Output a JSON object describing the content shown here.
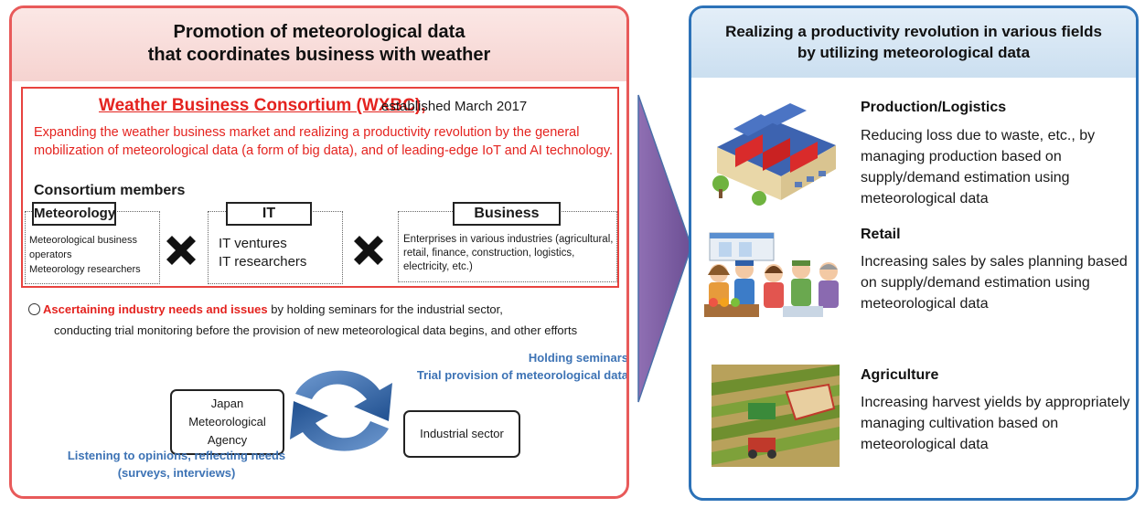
{
  "left": {
    "title": "Promotion of meteorological data\nthat coordinates business with weather",
    "wxbc_name": "Weather Business Consortium (WXBC),",
    "wxbc_established": "established March 2017",
    "wxbc_description": "Expanding the weather business market and realizing a productivity revolution by the general mobilization of meteorological data (a form of big data), and of leading-edge IoT and AI technology.",
    "members_title": "Consortium members",
    "members": {
      "meteorology_label": "Meteorology",
      "meteorology_line1": "Meteorological business operators",
      "meteorology_line2": "Meteorology researchers",
      "it_label": "IT",
      "it_line1": "IT ventures",
      "it_line2": "IT researchers",
      "business_label": "Business",
      "business_text": "Enterprises in various industries (agricultural, retail, finance, construction, logistics, electricity, etc.)"
    },
    "needs_bold": "Ascertaining industry needs and issues",
    "needs_rest": " by holding seminars for the industrial sector,",
    "needs_line2": "conducting trial monitoring before the provision of new meteorological data begins, and other efforts",
    "seminar_line1": "Holding seminars",
    "seminar_line2": "Trial provision of meteorological data",
    "jma_label": "Japan Meteorological Agency",
    "industrial_label": "Industrial sector",
    "listen_line1": "Listening to opinions, reflecting needs",
    "listen_line2": "(surveys, interviews)"
  },
  "right": {
    "title": "Realizing a productivity revolution in various fields\nby utilizing meteorological data",
    "sections": [
      {
        "title": "Production/Logistics",
        "desc": "Reducing loss due to waste, etc., by managing production based on supply/demand estimation using meteorological data"
      },
      {
        "title": "Retail",
        "desc": "Increasing sales by sales planning based on supply/demand estimation using meteorological data"
      },
      {
        "title": "Agriculture",
        "desc": "Increasing harvest yields by appropriately managing cultivation based on meteorological data"
      }
    ]
  },
  "colors": {
    "left_border": "#e85a5a",
    "right_border": "#2c72b8",
    "red_text": "#e4231f",
    "blue_text": "#3d73b5",
    "arrow": "#7b5b9e"
  }
}
